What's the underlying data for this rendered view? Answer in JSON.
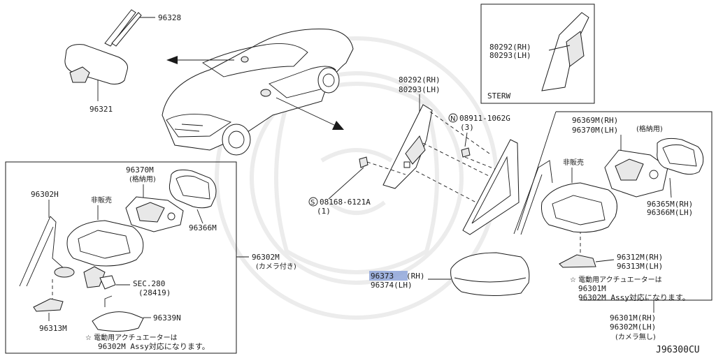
{
  "labels": {
    "p96328": "96328",
    "p96321": "96321",
    "p80292_rh_top": "80292(RH)",
    "p80293_lh_top": "80293(LH)",
    "sterw": "STERW",
    "p80292_rh": "80292(RH)",
    "p80293_lh": "80293(LH)",
    "nut_part": "08911-1062G",
    "nut_qty": "(3)",
    "screw_part": "08168-6121A",
    "screw_qty": "(1)",
    "p96369m": "96369M(RH)",
    "p96370m_lh": "96370M(LH)",
    "storage_note_right": "(格納用)",
    "not_for_sale_right": "非販売",
    "p96365m": "96365M(RH)",
    "p96366m_lh": "96366M(LH)",
    "p96312m": "96312M(RH)",
    "p96313m_lh": "96313M(LH)",
    "note_right_line1": "☆ 電動用アクチュエーターは",
    "note_right_line2": "96301M",
    "note_right_line3": "96302M Assy対応になります。",
    "p96373": "96373",
    "p96373_suffix": "(RH)",
    "p96374": "96374(LH)",
    "p96301m_rh": "96301M(RH)",
    "p96302m_lh": "96302M(LH)",
    "no_camera": "(カメラ無し)",
    "left_p96370m": "96370M",
    "left_storage_note": "(格納用)",
    "left_p96302h": "96302H",
    "left_not_for_sale": "非販売",
    "left_p96366m": "96366M",
    "left_p96302m": "96302M",
    "left_with_camera": "(カメラ付き)",
    "left_sec": "SEC.280",
    "left_sec_ref": "(28419)",
    "left_p96313m": "96313M",
    "left_p96339n": "96339N",
    "note_left_line1": "☆ 電動用アクチュエーターは",
    "note_left_line2": "96302M Assy対応になります。",
    "diagram_code": "J96300CU"
  },
  "symbols": {
    "nut_prefix": "N",
    "screw_prefix": "S"
  },
  "colors": {
    "line": "#1a1a1a",
    "highlight": "#8fa6d9",
    "watermark": "#ececec"
  }
}
